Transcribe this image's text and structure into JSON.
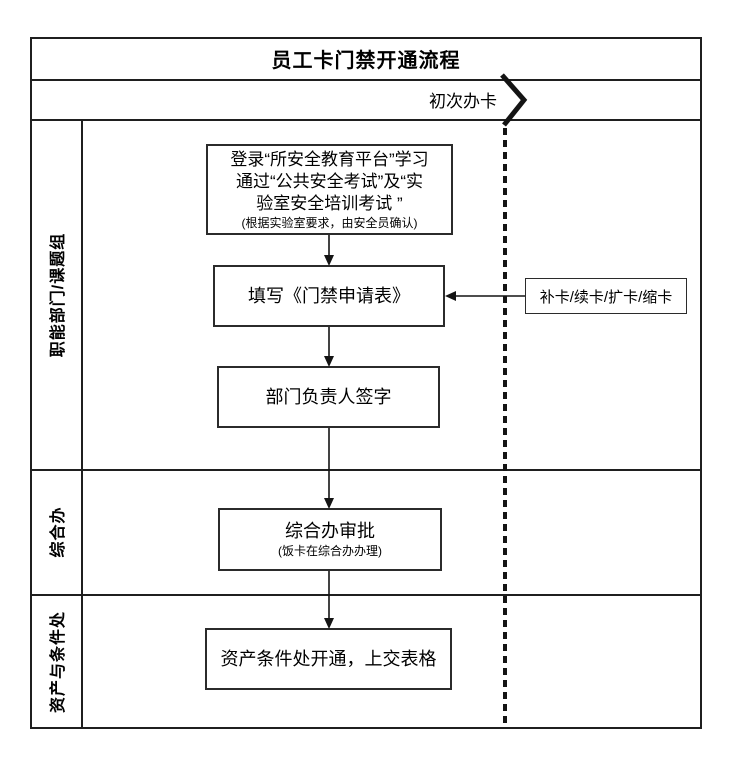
{
  "title": "员工卡门禁开通流程",
  "header": {
    "first_time_label": "初次办卡"
  },
  "lanes": [
    {
      "label": "职能部门/课题组"
    },
    {
      "label": "综合办"
    },
    {
      "label": "资产与条件处"
    }
  ],
  "flow": {
    "step1": {
      "line1": "登录“所安全教育平台”学习",
      "line2": "通过“公共安全考试”及“实",
      "line3": "验室安全培训考试 ”",
      "note": "(根据实验室要求，由安全员确认)"
    },
    "step2": {
      "label": "填写《门禁申请表》"
    },
    "step3": {
      "label": "部门负责人签字"
    },
    "step4": {
      "label": "综合办审批",
      "note": "(饭卡在综合办办理)"
    },
    "step5": {
      "label": "资产条件处开通，上交表格"
    },
    "side_box": {
      "label": "补卡/续卡/扩卡/缩卡"
    }
  },
  "colors": {
    "line": "#1f1f1f",
    "text": "#000000",
    "background": "#ffffff"
  }
}
